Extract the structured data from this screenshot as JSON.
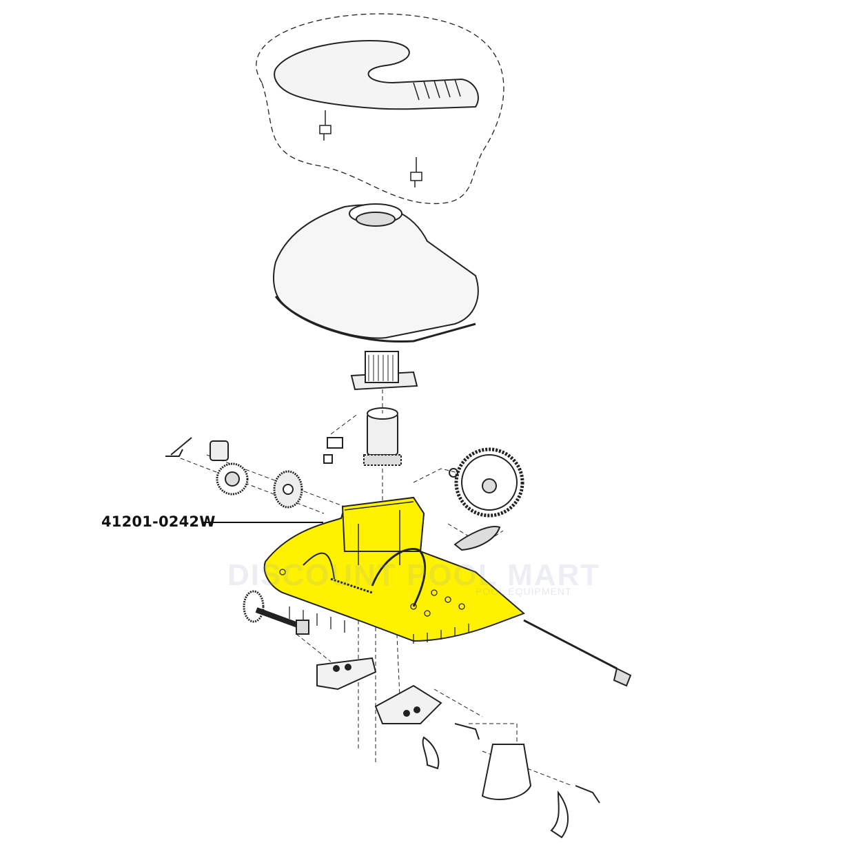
{
  "diagram": {
    "callout_part_number": "41201-0242W",
    "highlight_color": "#FFF200",
    "line_color": "#222222",
    "watermark": {
      "line1": "DISCOUNT POOL MART",
      "line2": "POOL EQUIPMENT"
    }
  }
}
